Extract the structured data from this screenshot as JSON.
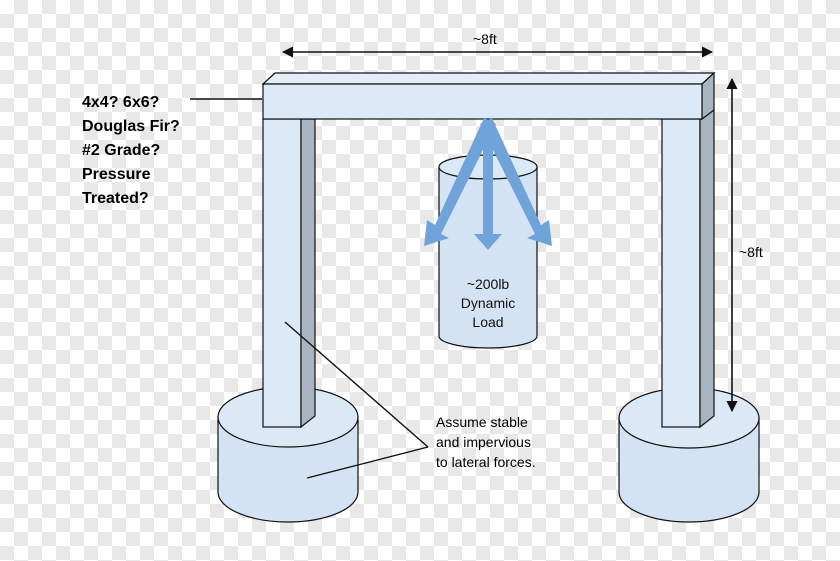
{
  "dimensions": {
    "width_label": "~8ft",
    "height_label": "~8ft"
  },
  "question": {
    "lines": [
      "4x4? 6x6?",
      "Douglas Fir?",
      "#2 Grade?",
      "Pressure",
      "Treated?"
    ]
  },
  "load": {
    "lines": [
      "~200lb",
      "Dynamic",
      "Load"
    ]
  },
  "note": {
    "lines": [
      "Assume stable",
      "and impervious",
      "to lateral forces."
    ]
  },
  "colors": {
    "wood_front": "#dce9f6",
    "wood_side": "#a9b4c1",
    "base_fill": "#d3e3f4",
    "arrow": "#6fa3da",
    "stroke": "#111111"
  }
}
